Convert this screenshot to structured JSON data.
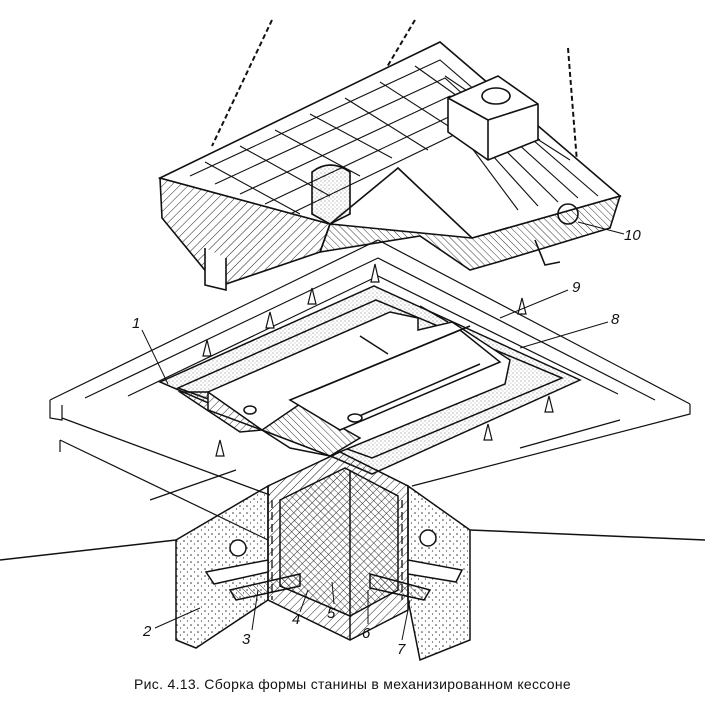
{
  "caption": "Рис. 4.13. Сборка формы станины в механизированном кессоне",
  "callouts": [
    {
      "id": "c1",
      "label": "1"
    },
    {
      "id": "c2",
      "label": "2"
    },
    {
      "id": "c3",
      "label": "3"
    },
    {
      "id": "c4",
      "label": "4"
    },
    {
      "id": "c5",
      "label": "5"
    },
    {
      "id": "c6",
      "label": "6"
    },
    {
      "id": "c7",
      "label": "7"
    },
    {
      "id": "c8",
      "label": "8"
    },
    {
      "id": "c9",
      "label": "9"
    },
    {
      "id": "c10",
      "label": "10"
    }
  ]
}
